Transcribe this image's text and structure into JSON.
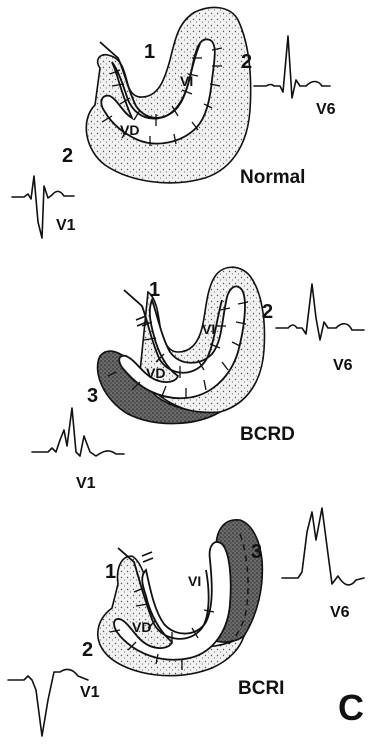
{
  "panels": [
    {
      "name": "Normal",
      "title": "Normal",
      "lv_label": "VI",
      "rv_label": "VD",
      "numbers": [
        "1",
        "2",
        "2"
      ],
      "lead_left": "V1",
      "lead_right": "V6"
    },
    {
      "name": "BCRD",
      "title": "BCRD",
      "lv_label": "VI",
      "rv_label": "VD",
      "numbers": [
        "1",
        "2",
        "3"
      ],
      "lead_left": "V1",
      "lead_right": "V6"
    },
    {
      "name": "BCRI",
      "title": "BCRI",
      "lv_label": "VI",
      "rv_label": "VD",
      "numbers": [
        "1",
        "3",
        "2"
      ],
      "lead_left": "V1",
      "lead_right": "V6"
    }
  ],
  "corner_label": "C",
  "colors": {
    "ink": "#111111",
    "stipple": "#4a4a4a",
    "block_dark": "#3a3a3a",
    "background": "#ffffff"
  }
}
